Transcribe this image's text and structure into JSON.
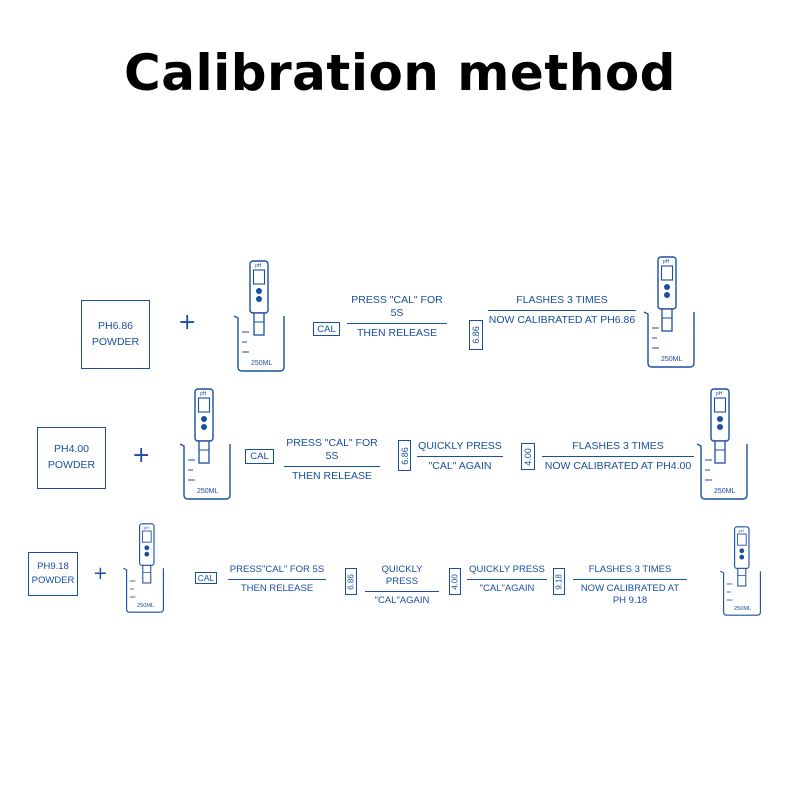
{
  "title": "Calibration method",
  "colors": {
    "ink": "#1a4fa0",
    "title": "#000000",
    "background": "#ffffff"
  },
  "icons": {
    "plus": "plus-icon",
    "beaker": "beaker-with-ph-pen-icon"
  },
  "rows": [
    {
      "powder_line1": "PH6.86",
      "powder_line2": "POWDER",
      "plus": "+",
      "beaker_label": "250ML",
      "meter_label": "pH",
      "cal_button": "CAL",
      "steps": [
        {
          "line1": "PRESS \"CAL\" FOR 5S",
          "line2": "THEN RELEASE"
        },
        {
          "line1": "FLASHES 3 TIMES",
          "line2": "NOW CALIBRATED AT PH6.86"
        }
      ],
      "readings": [
        "6.86"
      ],
      "end_beaker_label": "250ML"
    },
    {
      "powder_line1": "PH4.00",
      "powder_line2": "POWDER",
      "plus": "+",
      "beaker_label": "250ML",
      "meter_label": "pH",
      "cal_button": "CAL",
      "steps": [
        {
          "line1": "PRESS \"CAL\" FOR 5S",
          "line2": "THEN RELEASE"
        },
        {
          "line1": "QUICKLY PRESS",
          "line2": "\"CAL\" AGAIN"
        },
        {
          "line1": "FLASHES 3 TIMES",
          "line2": "NOW CALIBRATED AT PH4.00"
        }
      ],
      "readings": [
        "6.86",
        "4.00"
      ],
      "end_beaker_label": "250ML"
    },
    {
      "powder_line1": "PH9.18",
      "powder_line2": "POWDER",
      "plus": "+",
      "beaker_label": "250ML",
      "meter_label": "pH",
      "cal_button": "CAL",
      "steps": [
        {
          "line1": "PRESS\"CAL\" FOR 5S",
          "line2": "THEN RELEASE"
        },
        {
          "line1": "QUICKLY PRESS",
          "line2": "\"CAL\"AGAIN"
        },
        {
          "line1": "QUICKLY PRESS",
          "line2": "\"CAL\"AGAIN"
        },
        {
          "line1": "FLASHES 3 TIMES",
          "line2": "NOW CALIBRATED AT PH 9.18"
        }
      ],
      "readings": [
        "6.86",
        "4.00",
        "9.18"
      ],
      "end_beaker_label": "250ML"
    }
  ]
}
